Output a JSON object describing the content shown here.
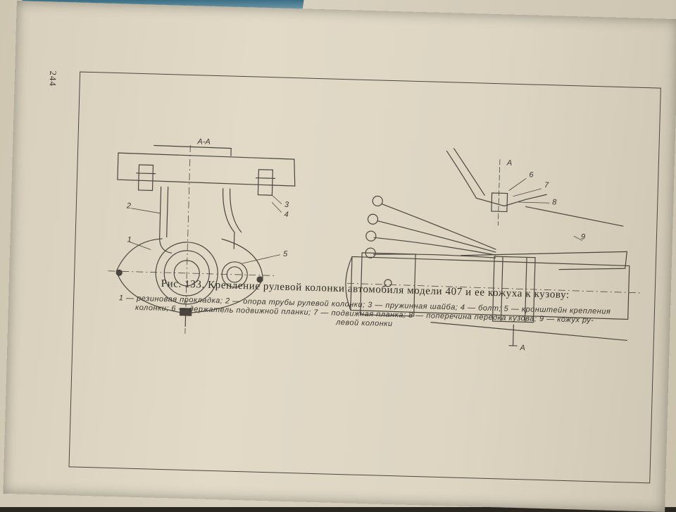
{
  "page": {
    "number": "244"
  },
  "figure": {
    "section_label": "А-А",
    "left_callouts": [
      "1",
      "2",
      "3",
      "4",
      "5"
    ],
    "right_callouts": [
      "6",
      "7",
      "8",
      "9"
    ],
    "section_marks": [
      "А",
      "А"
    ]
  },
  "caption": {
    "title": "Рис. 133. Крепление рулевой колонки автомобиля модели 407 и ее кожуха к кузову:",
    "legend_line1": "1 — резиновая прокладка; 2 — опора трубы рулевой колонки; 3 — пружинная шайба; 4 — болт; 5 — кронштейн крепления",
    "legend_line2": "колонки; 6 — держатель подвижной планки; 7 — подвижная планка; 8 — поперечина передка кузова; 9 — кожух ру-",
    "legend_line3": "левой колонки"
  }
}
